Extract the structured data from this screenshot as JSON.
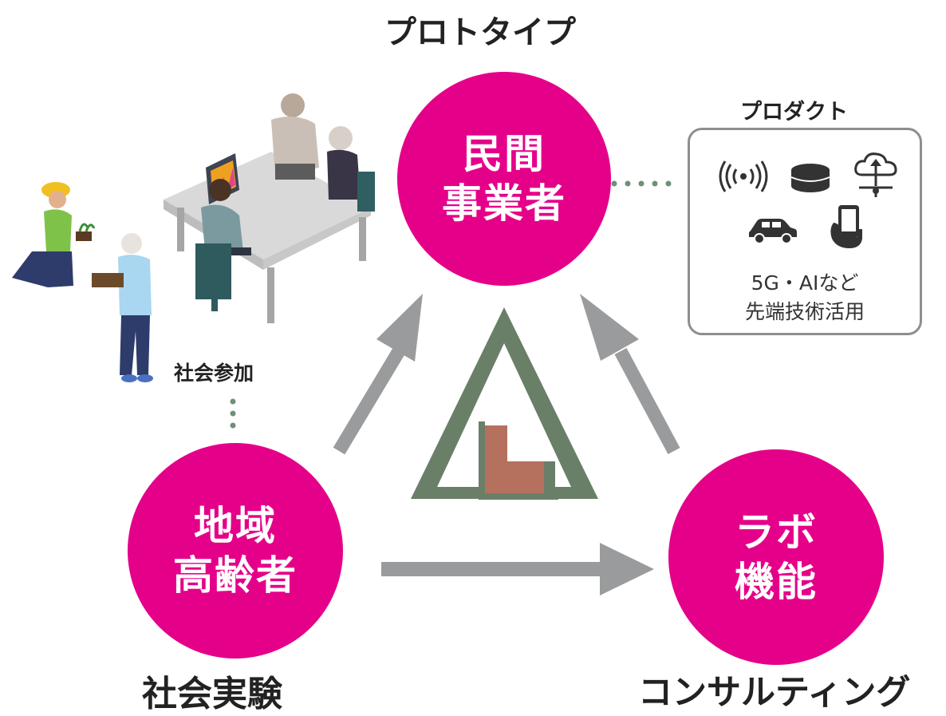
{
  "nodes": {
    "private": {
      "line1": "民間",
      "line2": "事業者"
    },
    "elderly": {
      "line1": "地域",
      "line2": "高齢者"
    },
    "lab": {
      "line1": "ラボ",
      "line2": "機能"
    }
  },
  "labels": {
    "prototype": "プロトタイプ",
    "social_experiment": "社会実験",
    "consulting": "コンサルティング",
    "social_participation": "社会参加"
  },
  "product_box": {
    "title": "プロダクト",
    "icons": [
      "wireless-icon",
      "database-icon",
      "cloud-network-icon",
      "car-icon",
      "smartphone-hand-icon"
    ],
    "line1": "5G・AIなど",
    "line2": "先端技術活用"
  },
  "colors": {
    "node": "#e5008a",
    "arrow": "#9a9b9d",
    "dots": "#6f8f78",
    "logo_green": "#6a7f68",
    "logo_brown": "#b5715e"
  }
}
